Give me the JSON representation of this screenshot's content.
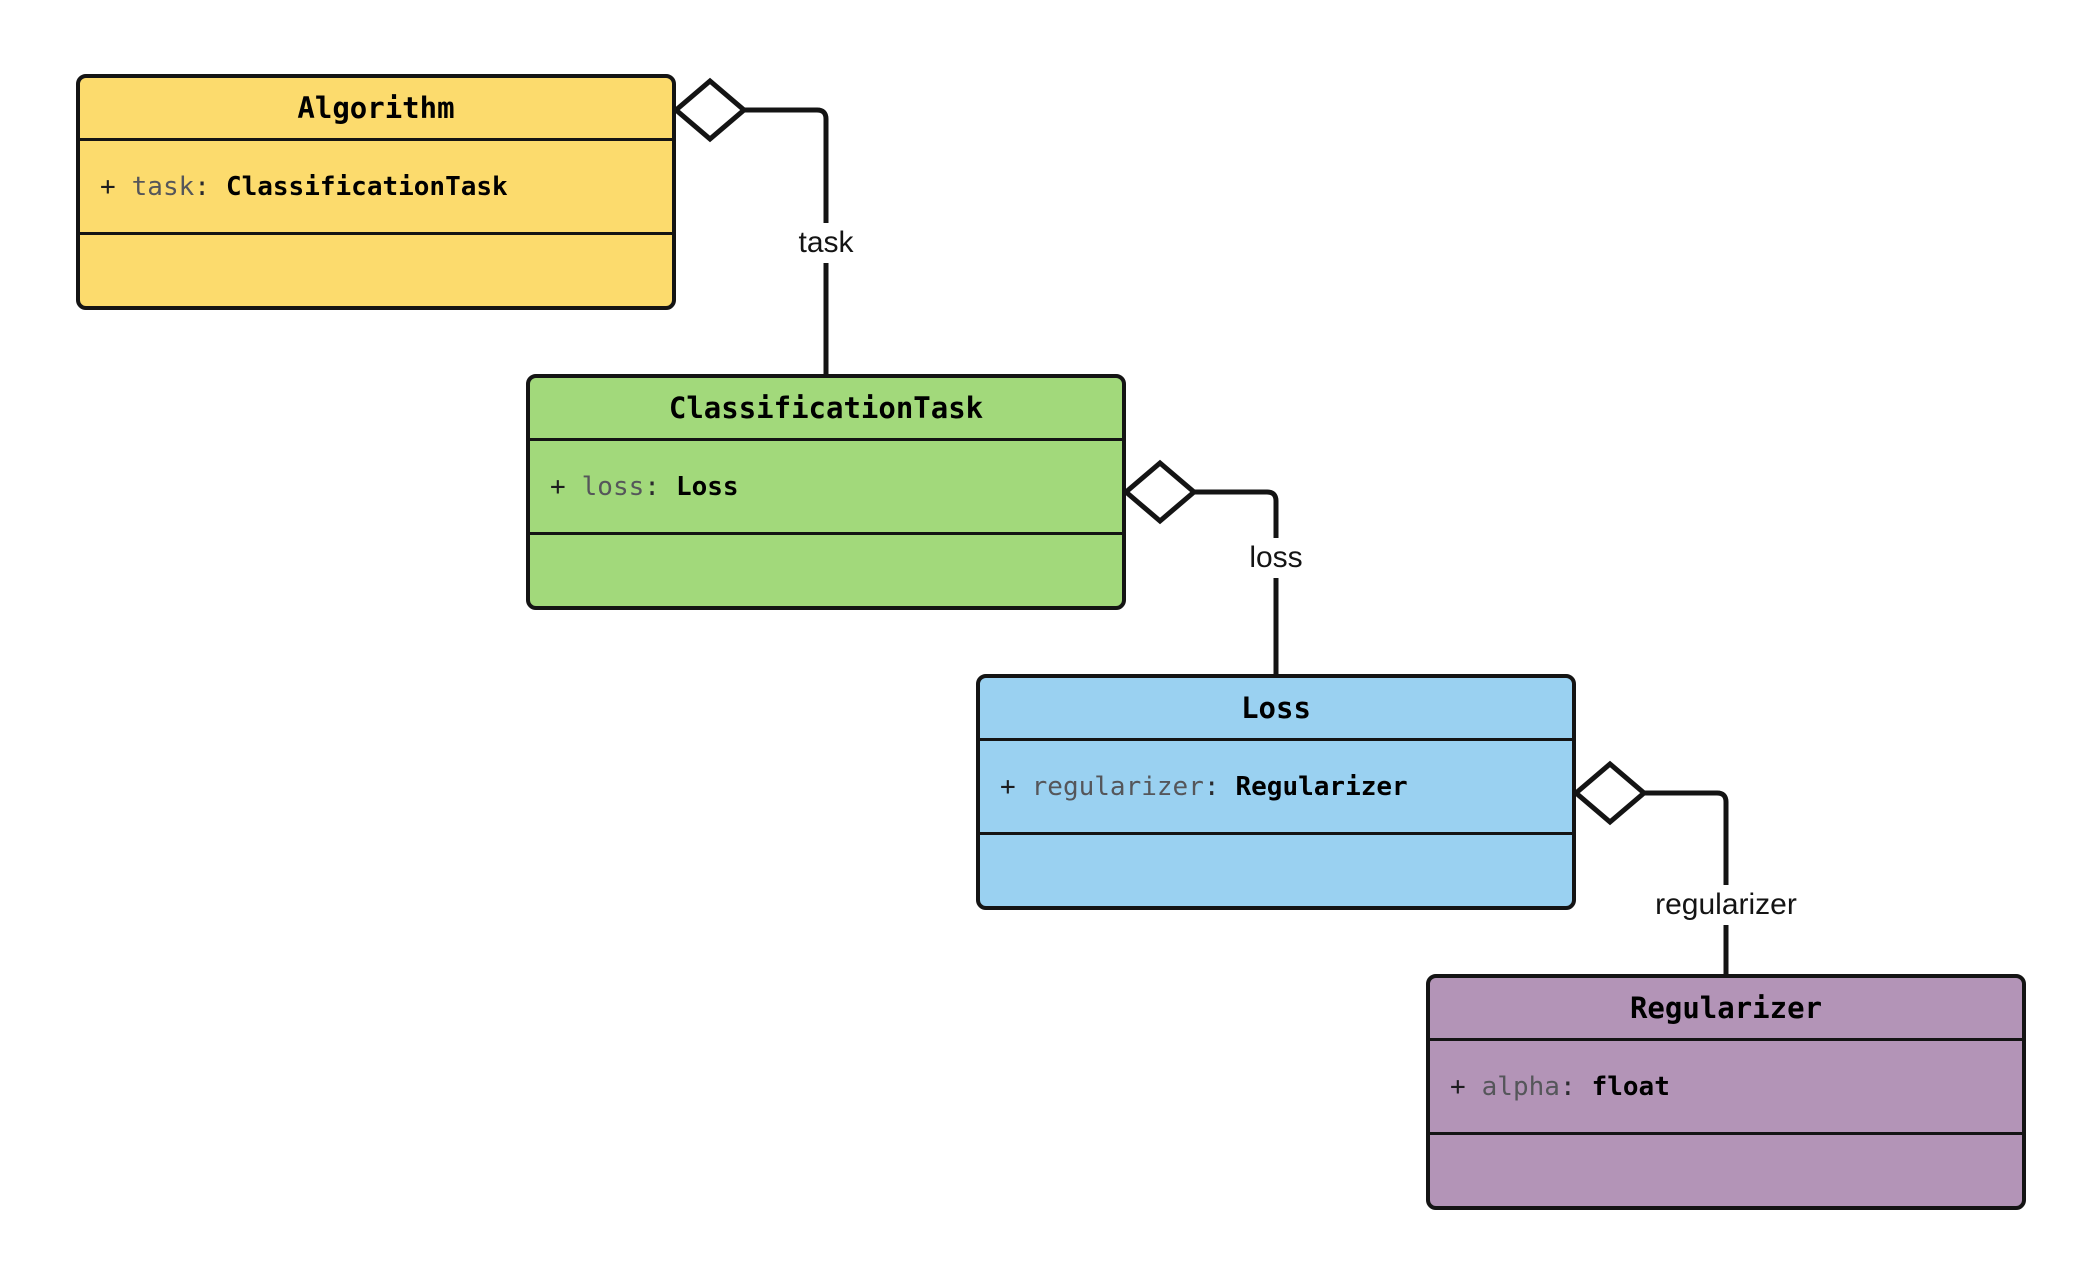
{
  "diagram": {
    "kind": "uml-class-diagram",
    "background_color": "#ffffff",
    "line_color": "#141414",
    "syntax": {
      "colon": ":"
    }
  },
  "classes": [
    {
      "name": "Algorithm",
      "fill": "#FCDB6D",
      "visibility": "+",
      "attr_name": "task",
      "attr_type": "ClassificationTask"
    },
    {
      "name": "ClassificationTask",
      "fill": "#A2D97B",
      "visibility": "+",
      "attr_name": "loss",
      "attr_type": "Loss"
    },
    {
      "name": "Loss",
      "fill": "#9AD1F1",
      "visibility": "+",
      "attr_name": "regularizer",
      "attr_type": "Regularizer"
    },
    {
      "name": "Regularizer",
      "fill": "#B394B7",
      "visibility": "+",
      "attr_name": "alpha",
      "attr_type": "float"
    }
  ],
  "edges": [
    {
      "label": "task",
      "from": "Algorithm",
      "to": "ClassificationTask",
      "kind": "aggregation"
    },
    {
      "label": "loss",
      "from": "ClassificationTask",
      "to": "Loss",
      "kind": "aggregation"
    },
    {
      "label": "regularizer",
      "from": "Loss",
      "to": "Regularizer",
      "kind": "aggregation"
    }
  ]
}
